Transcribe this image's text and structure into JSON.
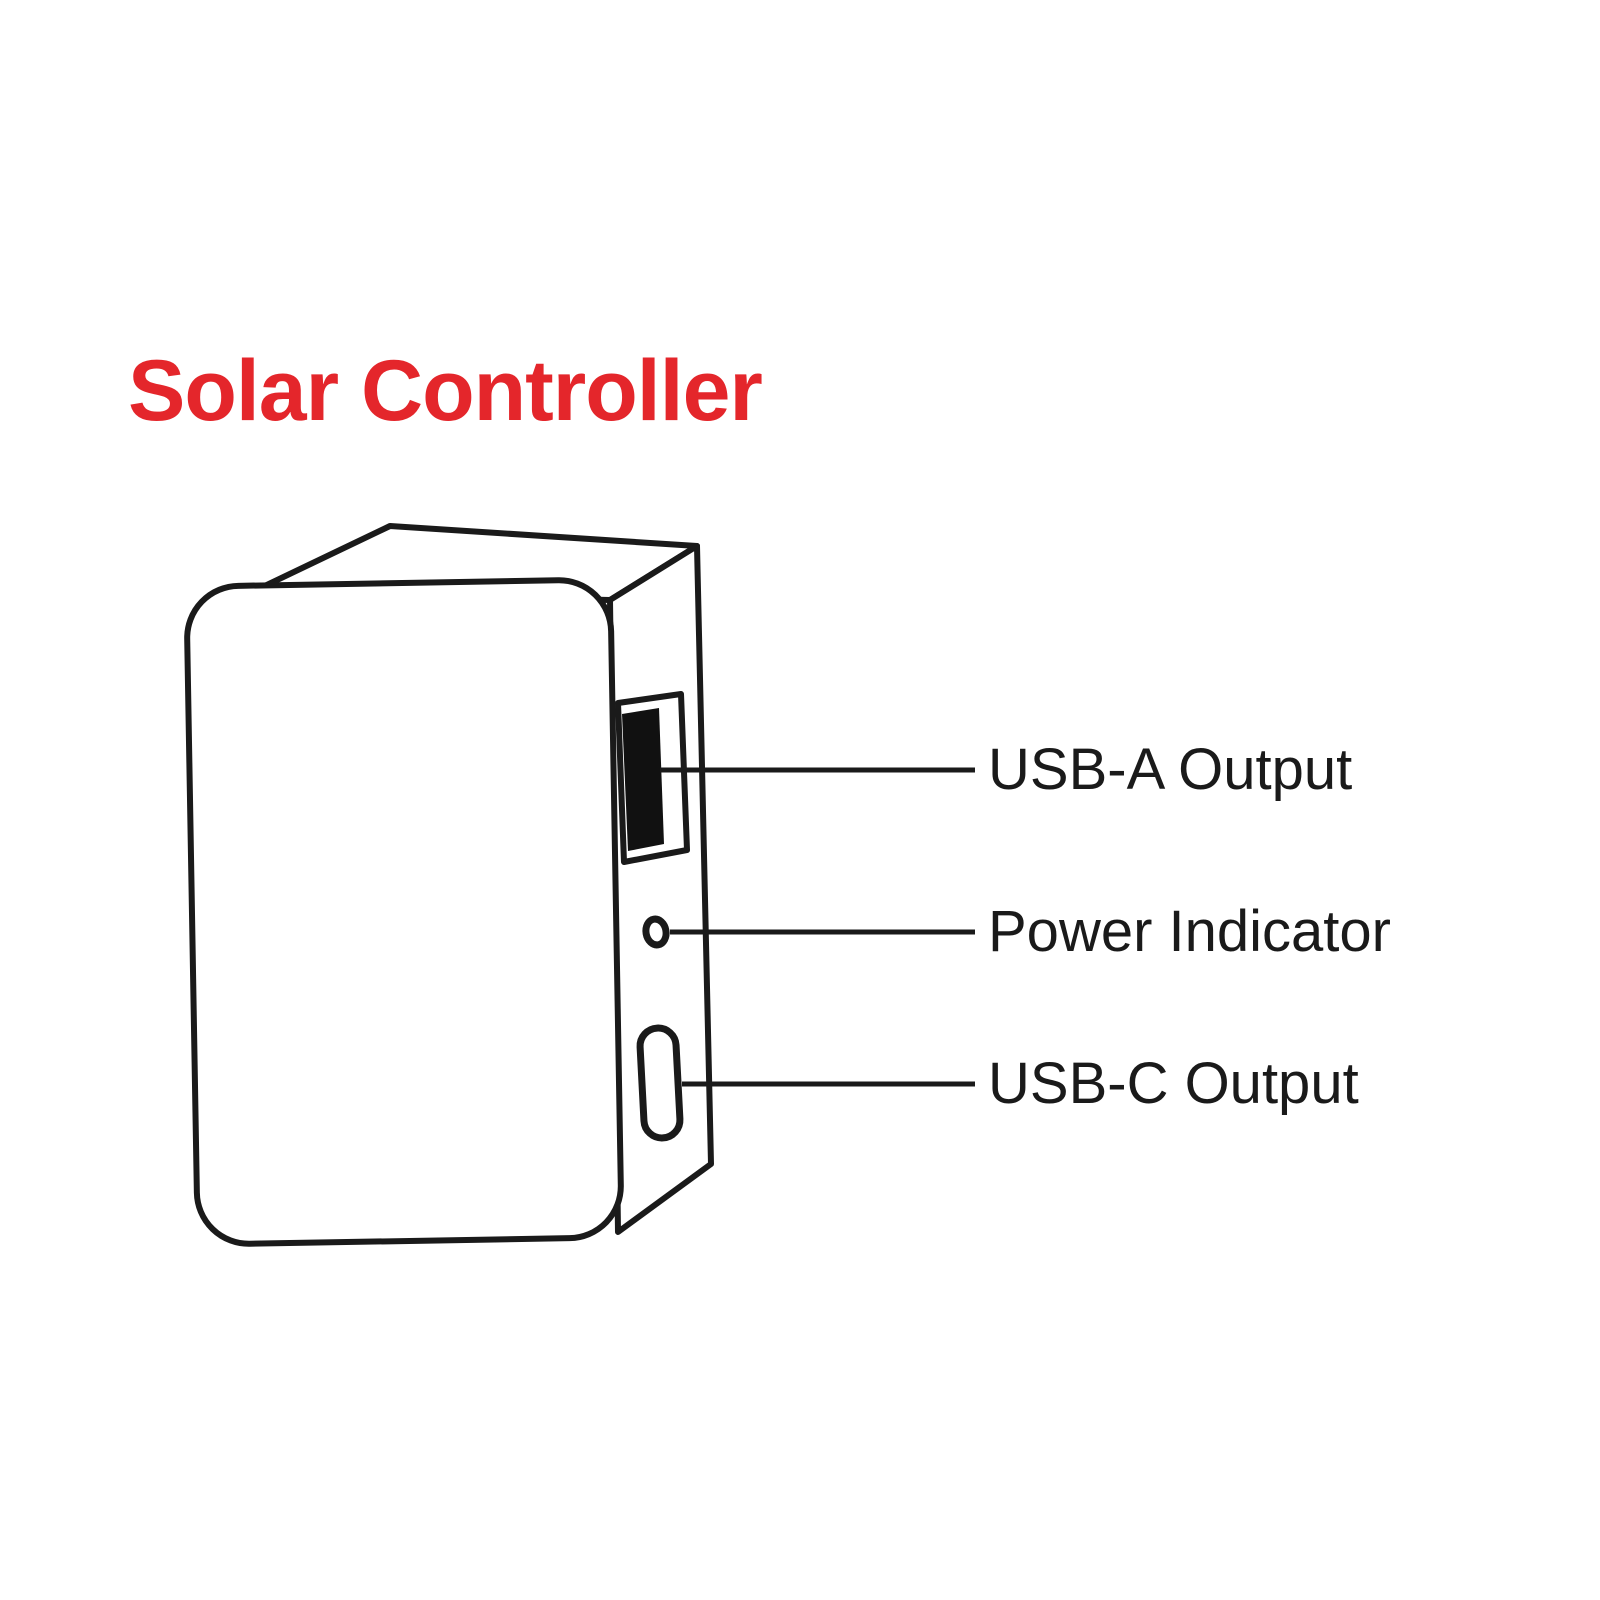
{
  "diagram": {
    "title": "Solar Controller",
    "colors": {
      "title": "#e4262b",
      "ink": "#1a1a1a",
      "background": "#ffffff"
    },
    "labels": [
      {
        "text": "USB-A Output"
      },
      {
        "text": "Power Indicator"
      },
      {
        "text": "USB-C Output"
      }
    ]
  }
}
